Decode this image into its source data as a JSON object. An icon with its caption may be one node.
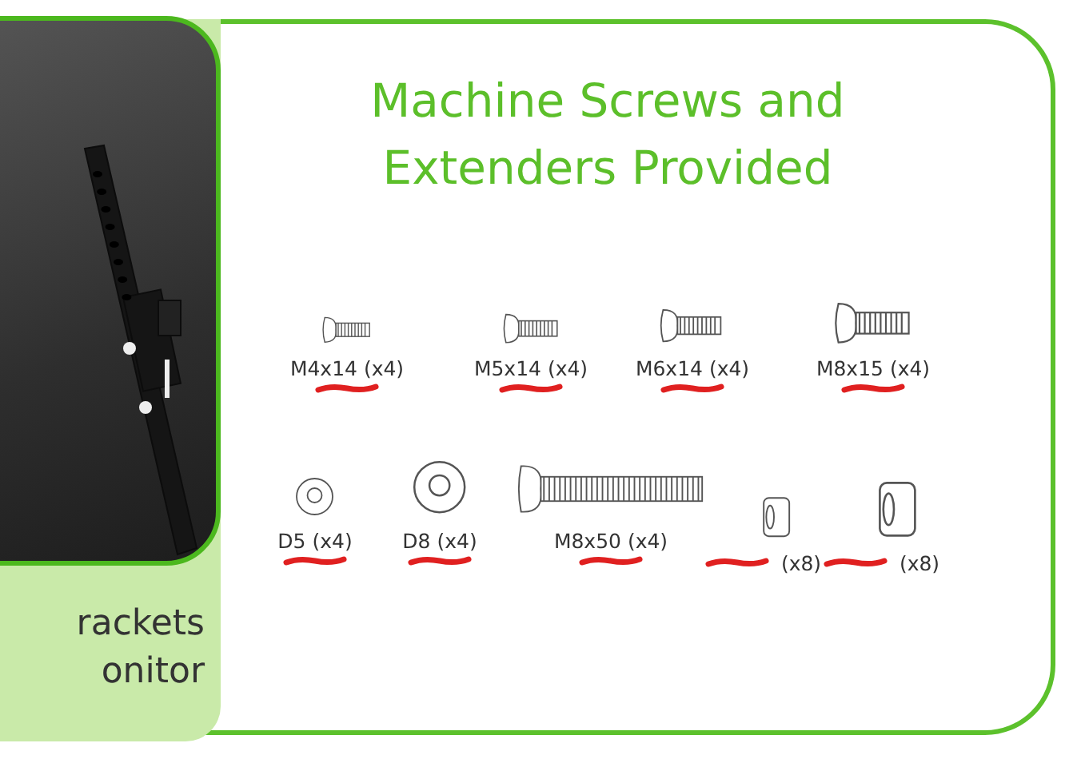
{
  "diagram": {
    "title": "Machine Screws and Extenders Provided",
    "labels": [
      "M4x14 (x4)",
      "M5x14 (x4)",
      "M6x14 (x4)",
      "M8x15 (x4)",
      "D5 (x4)",
      "D8 (x4)",
      "M8x50 (x4)",
      "(x8)",
      "(x8)",
      "rackets onitor"
    ]
  }
}
